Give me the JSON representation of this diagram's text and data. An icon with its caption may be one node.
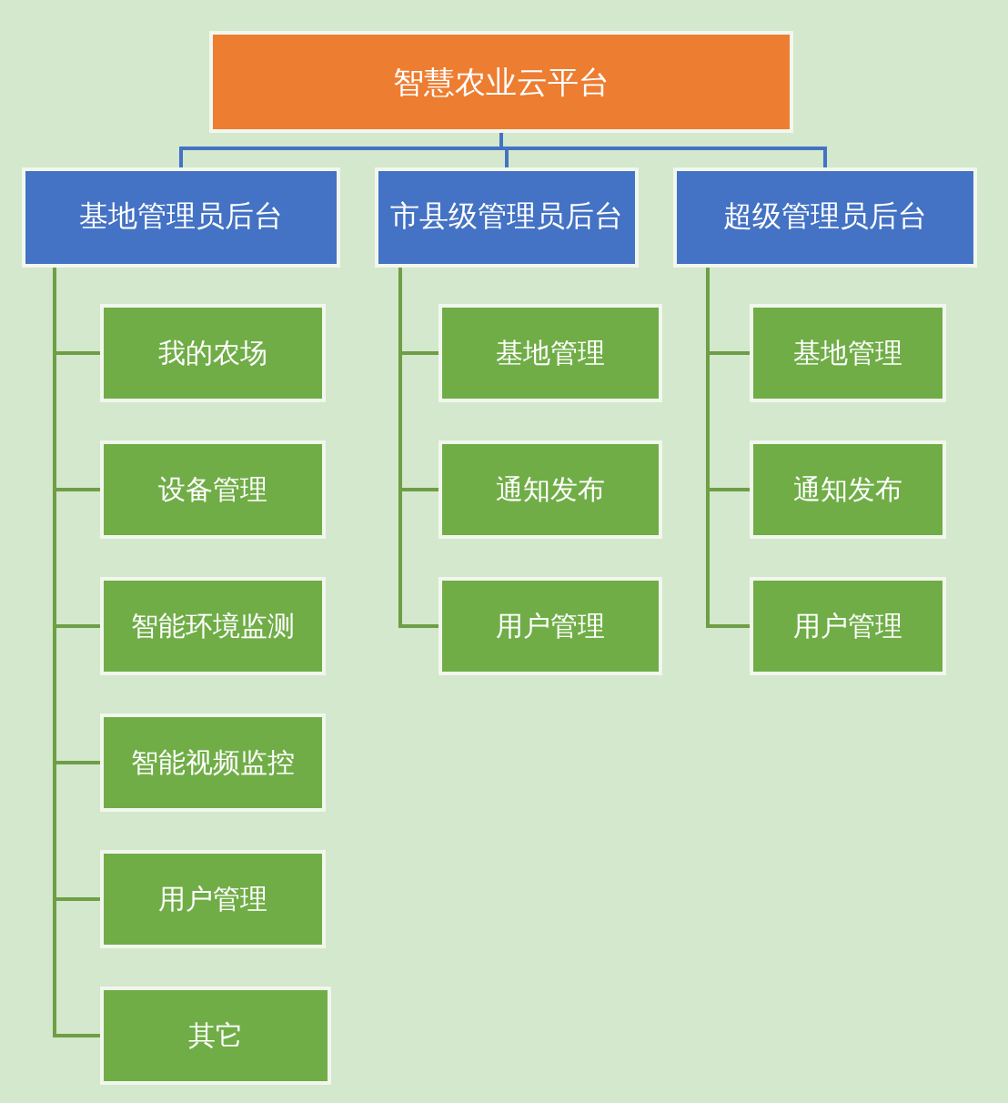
{
  "diagram": {
    "nodes": [
      {
        "text": [
          "智慧农业云平台"
        ]
      },
      {
        "text": [
          "基地管理员后台"
        ]
      },
      {
        "text": [
          "市县级管理员后台"
        ]
      },
      {
        "text": [
          "超级管理员后台"
        ]
      },
      {
        "text": [
          "我的农场"
        ]
      },
      {
        "text": [
          "设备管理"
        ]
      },
      {
        "text": [
          "智能环境监测"
        ]
      },
      {
        "text": [
          "智能视频监控"
        ]
      },
      {
        "text": [
          "用户管理"
        ]
      },
      {
        "text": [
          "其它"
        ]
      },
      {
        "text": [
          "基地管理"
        ]
      },
      {
        "text": [
          "通知发布"
        ]
      },
      {
        "text": [
          "用户管理"
        ]
      },
      {
        "text": [
          "基地管理"
        ]
      },
      {
        "text": [
          "通知发布"
        ]
      },
      {
        "text": [
          "用户管理"
        ]
      }
    ],
    "edges": [
      {
        "from": 0,
        "to": 1,
        "arrow": "none",
        "color": "#4472c4"
      },
      {
        "from": 0,
        "to": 2,
        "arrow": "none",
        "color": "#4472c4"
      },
      {
        "from": 0,
        "to": 3,
        "arrow": "none",
        "color": "#4472c4"
      },
      {
        "from": 1,
        "to": 4,
        "arrow": "none"
      },
      {
        "from": 1,
        "to": 5,
        "arrow": "none"
      },
      {
        "from": 1,
        "to": 6,
        "arrow": "none"
      },
      {
        "from": 1,
        "to": 7,
        "arrow": "none"
      },
      {
        "from": 1,
        "to": 8,
        "arrow": "none"
      },
      {
        "from": 1,
        "to": 9,
        "arrow": "none"
      },
      {
        "from": 2,
        "to": 10,
        "arrow": "none"
      },
      {
        "from": 2,
        "to": 11,
        "arrow": "none"
      },
      {
        "from": 2,
        "to": 12,
        "arrow": "none"
      },
      {
        "from": 3,
        "to": 13,
        "arrow": "none"
      },
      {
        "from": 3,
        "to": 14,
        "arrow": "none"
      },
      {
        "from": 3,
        "to": 15,
        "arrow": "none"
      }
    ]
  }
}
